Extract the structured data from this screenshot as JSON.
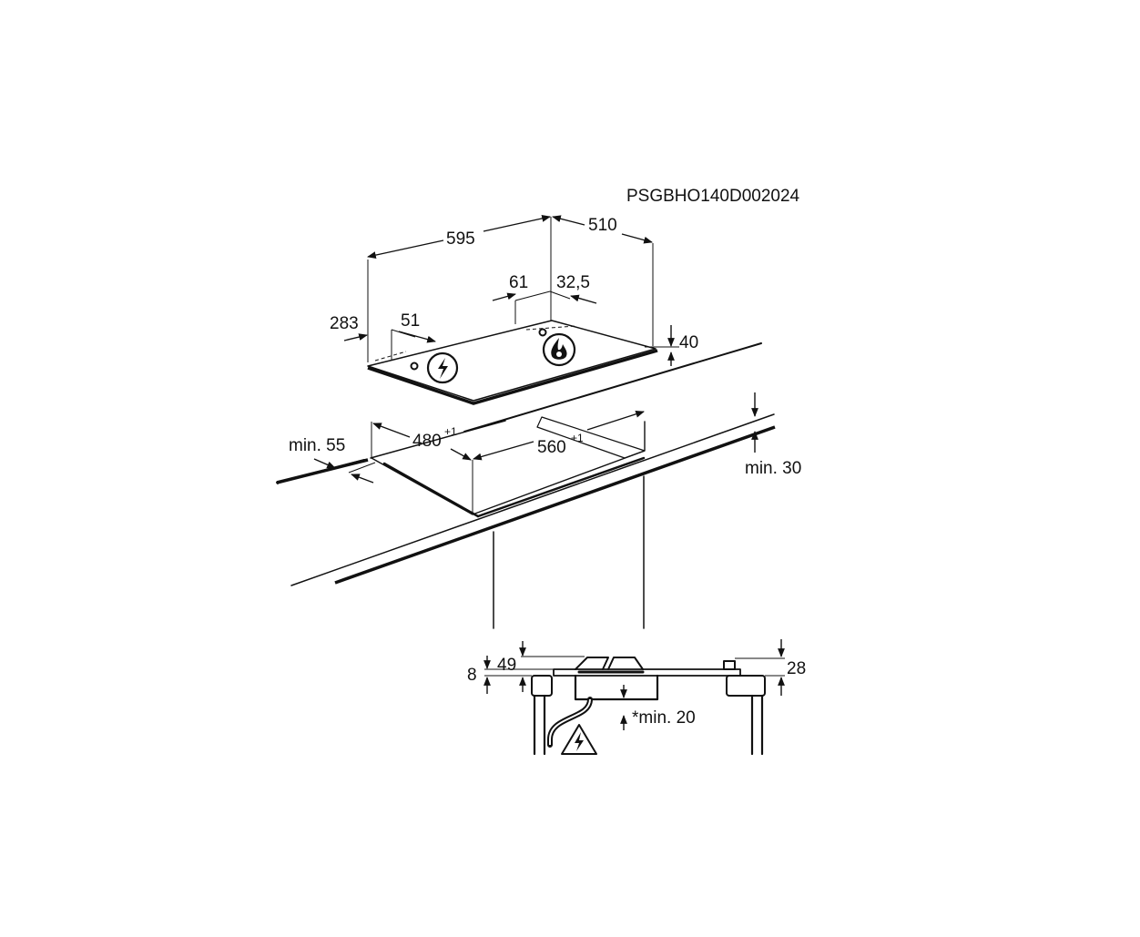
{
  "code": "PSGBHO140D002024",
  "hob_dimensions": {
    "width": "595",
    "depth": "510",
    "electric_offset_x": "283",
    "electric_offset_y": "51",
    "gas_offset_x": "61",
    "gas_offset_y": "32,5",
    "height": "40"
  },
  "cutout": {
    "depth_base": "480",
    "depth_tolerance": "+1",
    "width_base": "560",
    "width_tolerance": "+1",
    "front_distance": "min. 55",
    "worktop_thickness": "min. 30"
  },
  "section": {
    "left_top": "49",
    "left_bottom": "8",
    "right": "28",
    "below_clearance": "*min. 20"
  },
  "icons": [
    "electric-connection-icon",
    "gas-connection-icon",
    "electric-warning-icon"
  ]
}
